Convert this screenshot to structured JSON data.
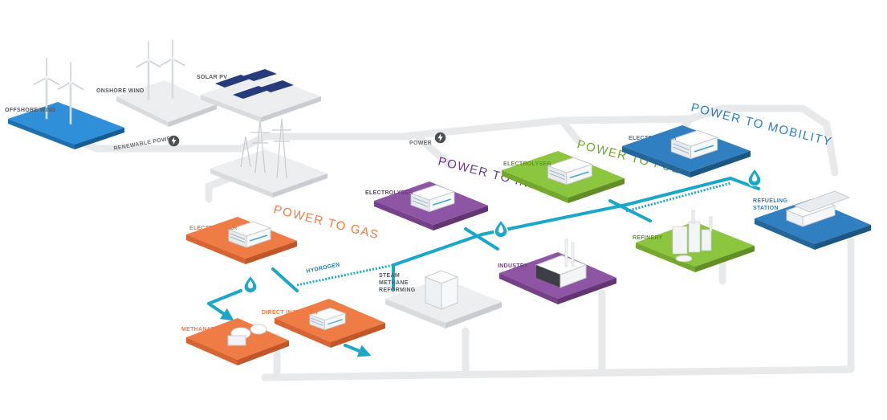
{
  "labels": {
    "offshore_wind": "OFFSHORE WIND",
    "onshore_wind": "ONSHORE WIND",
    "solar_pv": "SOLAR PV",
    "renewable_power": "RENEWABLE POWER",
    "power": "POWER",
    "electrolyser": "ELECTROLYSER",
    "power_to_gas": "POWER TO GAS",
    "power_to_industry": "POWER TO INDUSTRY",
    "power_to_fuel": "POWER TO FUEL",
    "power_to_mobility": "POWER TO MOBILITY",
    "hydrogen": "HYDROGEN",
    "steam_line1": "STEAM",
    "steam_line2": "METHANE",
    "steam_line3": "REFORMING",
    "industry": "INDUSTRY",
    "refinery": "REFINERY",
    "refueling_line1": "REFUELING",
    "refueling_line2": "STATION",
    "methanation": "METHANATION",
    "direct_injection": "DIRECT INJECTION"
  },
  "colors": {
    "gas": "#ef7b45",
    "industry": "#8e55a4",
    "fuel": "#8cc63f",
    "mobility": "#2f7fc1",
    "hydrogen_line": "#1aa7c9",
    "grey_tile": "#e1e3e5",
    "path": "#e7e9eb"
  },
  "icons": [
    "lightning-icon",
    "hydrogen-drop-icon",
    "wind-turbine-icon",
    "solar-panel-icon",
    "pylon-icon",
    "container-icon",
    "factory-icon",
    "truck-icon"
  ]
}
